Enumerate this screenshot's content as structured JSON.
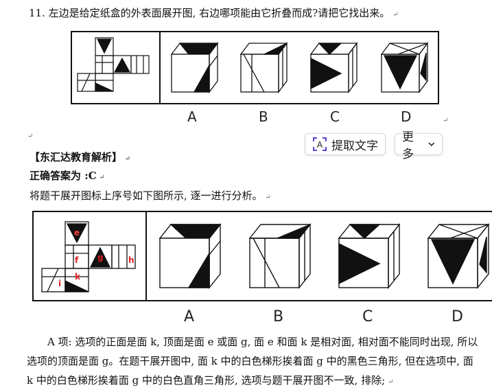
{
  "question": {
    "title": "11. 左边是给定纸盒的外表面展开图, 右边哪项能由它折叠而成?请把它找出来。",
    "options": [
      "A",
      "B",
      "C",
      "D"
    ]
  },
  "toolbar": {
    "extract_text_label": "提取文字",
    "more_label": "更多"
  },
  "solution": {
    "heading": "【东汇达教育解析】",
    "answer": "正确答案为 :C",
    "intro": "将题干展开图标上序号如下图所示, 逐一进行分析。",
    "net_labels": [
      "e",
      "f",
      "g",
      "h",
      "i",
      "k"
    ],
    "options": [
      "A",
      "B",
      "C",
      "D"
    ],
    "analysis": "A 项: 选项的正面是面 k, 顶面是面 e 或面 g, 面 e 和面 k 是相对面, 相对面不能同时出现, 所以选项的顶面是面 g。在题干展开图中, 面 k 中的白色梯形挨着面 g 中的黑色三角形, 但在选项中, 面 k 中的白色梯形挨着面 g 中的白色直角三角形, 选项与题干展开图不一致, 排除;"
  }
}
